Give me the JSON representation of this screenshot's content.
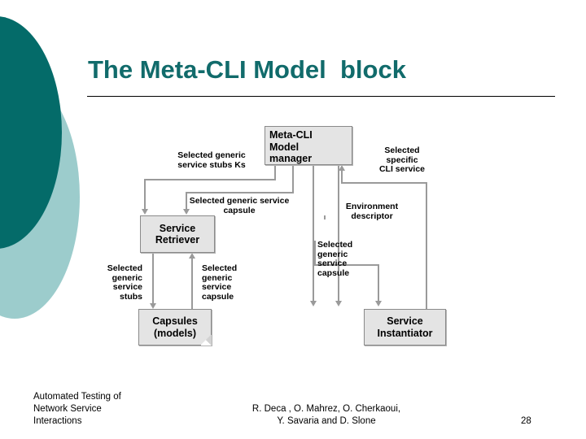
{
  "slide": {
    "title": "The Meta-CLI Model  block",
    "title_color": "#116b6b",
    "background": "#ffffff"
  },
  "decoration": {
    "dark_circle_color": "#046b69",
    "light_circle_color": "#9ccccc"
  },
  "diagram": {
    "type": "block-diagram",
    "box_fill": "#e4e4e4",
    "box_border": "#8a8a8a",
    "connector_color": "#9a9a9a",
    "boxes": [
      {
        "id": "manager",
        "label": "Meta-CLI\nModel\nmanager",
        "shape": "rect",
        "align": "topleft"
      },
      {
        "id": "retriever",
        "label": "Service\nRetriever",
        "shape": "rect",
        "align": "center"
      },
      {
        "id": "capsules",
        "label": "Capsules\n(models)",
        "shape": "document",
        "align": "center"
      },
      {
        "id": "instantiator",
        "label": "Service\nInstantiator",
        "shape": "rect",
        "align": "center"
      }
    ],
    "labels": [
      {
        "id": "stubs-ks",
        "text": "Selected generic\nservice stubs Ks",
        "align": "center"
      },
      {
        "id": "specific-cli",
        "text": "Selected\nspecific\nCLI service",
        "align": "center"
      },
      {
        "id": "generic-capsule-top",
        "text": "Selected generic service\ncapsule",
        "align": "center"
      },
      {
        "id": "env-descriptor",
        "text": "Environment\ndescriptor",
        "align": "center"
      },
      {
        "id": "generic-capsule-right",
        "text": "Selected\ngeneric\nservice\ncapsule",
        "align": "left"
      },
      {
        "id": "stubs-left",
        "text": "Selected\ngeneric\nservice\nstubs",
        "align": "right"
      },
      {
        "id": "capsule-mid",
        "text": "Selected\ngeneric\nservice\ncapsule",
        "align": "left"
      }
    ]
  },
  "footer": {
    "left": "Automated Testing of\nNetwork Service\nInteractions",
    "center": "R. Deca , O. Mahrez, O. Cherkaoui,\nY. Savaria and D. Slone",
    "page_number": "28"
  }
}
